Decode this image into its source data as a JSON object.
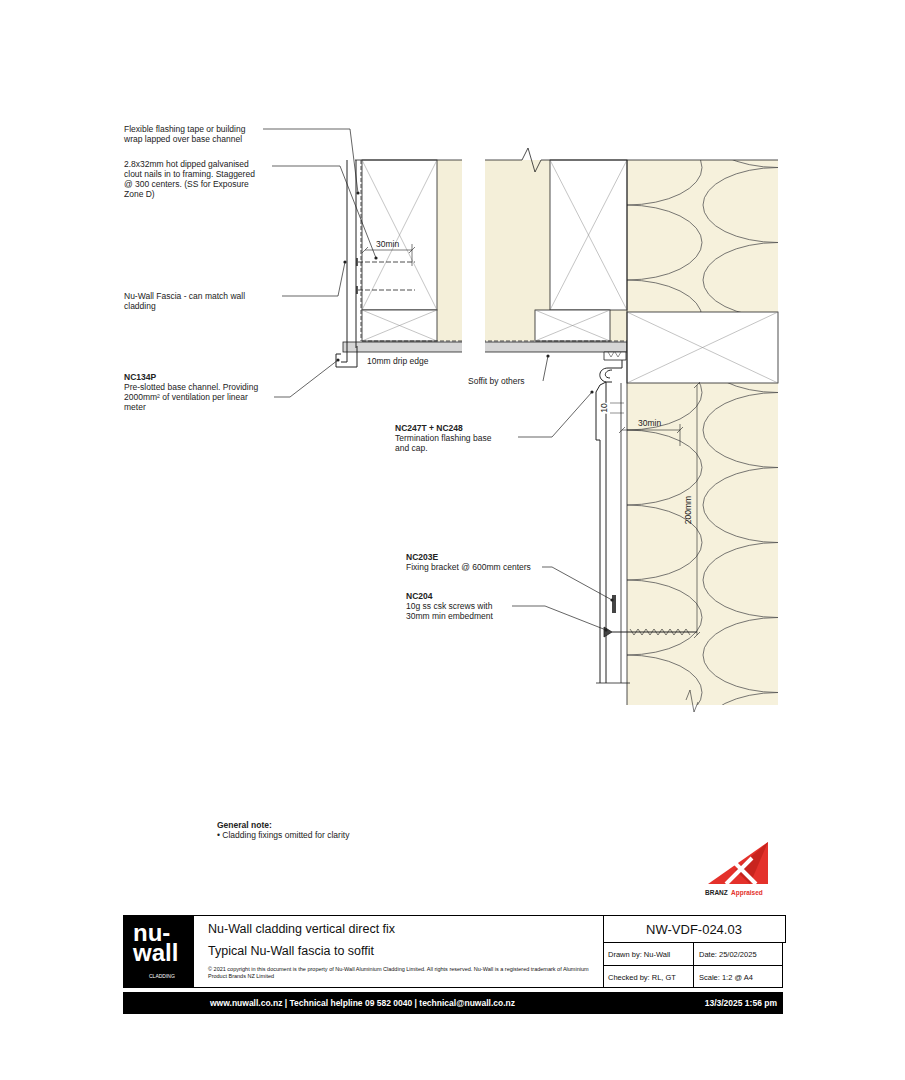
{
  "diagram": {
    "nodes": [
      {
        "text": [
          "nu- wall",
          "CLADDING"
        ]
      },
      {
        "text": [
          "Nu-Wall cladding vertical direct fix",
          "Typical Nu-Wall fascia to soffit",
          "© 2021 copyright in this document is the property of Nu-Wall Aluminium Cladding Limited. All rights reserved. Nu-Wall is a registered trademark of Aluminium Product Brands NZ Limited"
        ]
      },
      {
        "text": [
          "NW-VDF-024.03"
        ]
      },
      {
        "text": [
          "Drawn by: Nu-Wall"
        ]
      },
      {
        "text": [
          "Date: 25/02/2025"
        ]
      },
      {
        "text": [
          "Checked by: RL, GT"
        ]
      },
      {
        "text": [
          "Scale: 1:2 @ A4"
        ]
      },
      {
        "text": [
          "www.nuwall.co.nz | Technical helpline 09 582 0040 | technical@nuwall.co.nz",
          "13/3/2025 1:56 pm"
        ]
      }
    ],
    "labels": [
      "Flexible flashing tape or building wrap lapped over base channel",
      "2.8x32mm hot dipped galvanised clout nails in to framing. Staggered @ 300 centers. (SS for Exposure Zone D)",
      "30min",
      "Nu-Wall Fascia - can match wall cladding",
      "10mm drip edge",
      "Soffit by others",
      "NC134P",
      "Pre-slotted base channel. Providing 2000mm² of ventilation per linear meter",
      "NC247T + NC248",
      "Termination flashing base and cap.",
      "10",
      "30min",
      "200mm",
      "NC203E",
      "Fixing bracket @ 600mm centers",
      "NC204",
      "10g ss csk screws with 30mm min embedment",
      "General note:",
      "• Cladding fixings omitted for clarity",
      "BRANZ",
      "Appraised"
    ]
  }
}
